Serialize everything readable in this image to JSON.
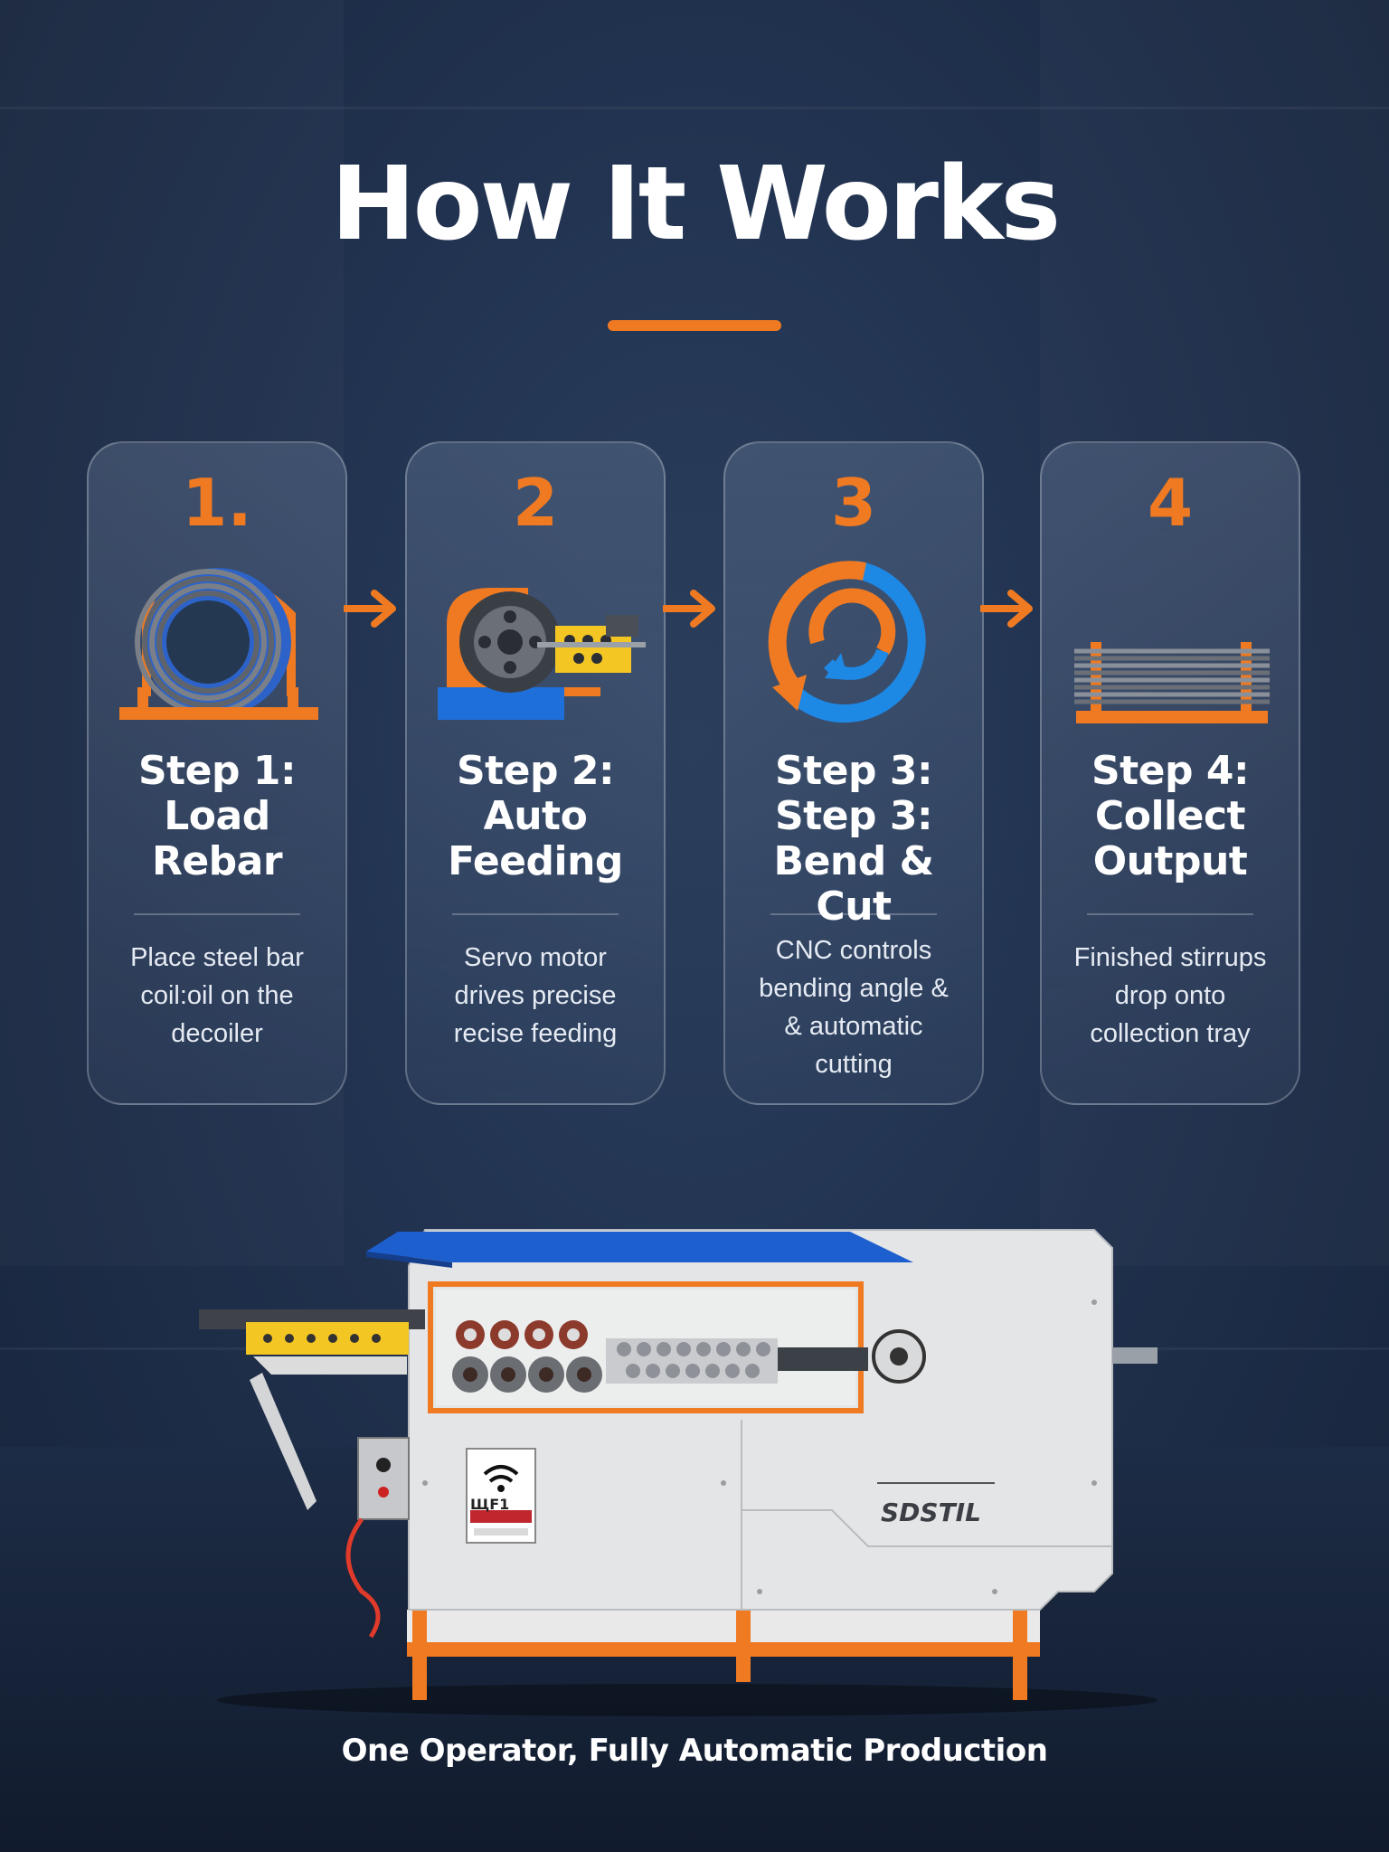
{
  "title": "How It Works",
  "colors": {
    "accent": "#f07a22",
    "blue": "#1e6fd9",
    "background": "#1c2b44"
  },
  "steps": [
    {
      "number": "1.",
      "heading": [
        "Step 1:",
        "Load",
        "Rebar"
      ],
      "description": [
        "Place steel bar",
        "coil:oil on the",
        "decoiler"
      ],
      "icon": "rebar-coil-icon"
    },
    {
      "number": "2",
      "heading": [
        "Step 2:",
        "Auto",
        "Feeding"
      ],
      "description": [
        "Servo motor",
        "drives precise",
        "recise feeding"
      ],
      "icon": "feeding-motor-icon"
    },
    {
      "number": "3",
      "heading": [
        "Step 3:",
        "Step 3:",
        "Bend & Cut"
      ],
      "description": [
        "CNC controls",
        "bending angle &",
        "& automatic",
        "cutting"
      ],
      "icon": "bend-cycle-icon"
    },
    {
      "number": "4",
      "heading": [
        "Step 4:",
        "Collect",
        "Output"
      ],
      "description": [
        "Finished stirrups",
        "drop onto",
        "collection tray"
      ],
      "icon": "stirrup-stack-icon"
    }
  ],
  "machine": {
    "brand": "SDSTIL",
    "wifi_label": "ЩF1"
  },
  "caption": "One Operator, Fully Automatic Production"
}
